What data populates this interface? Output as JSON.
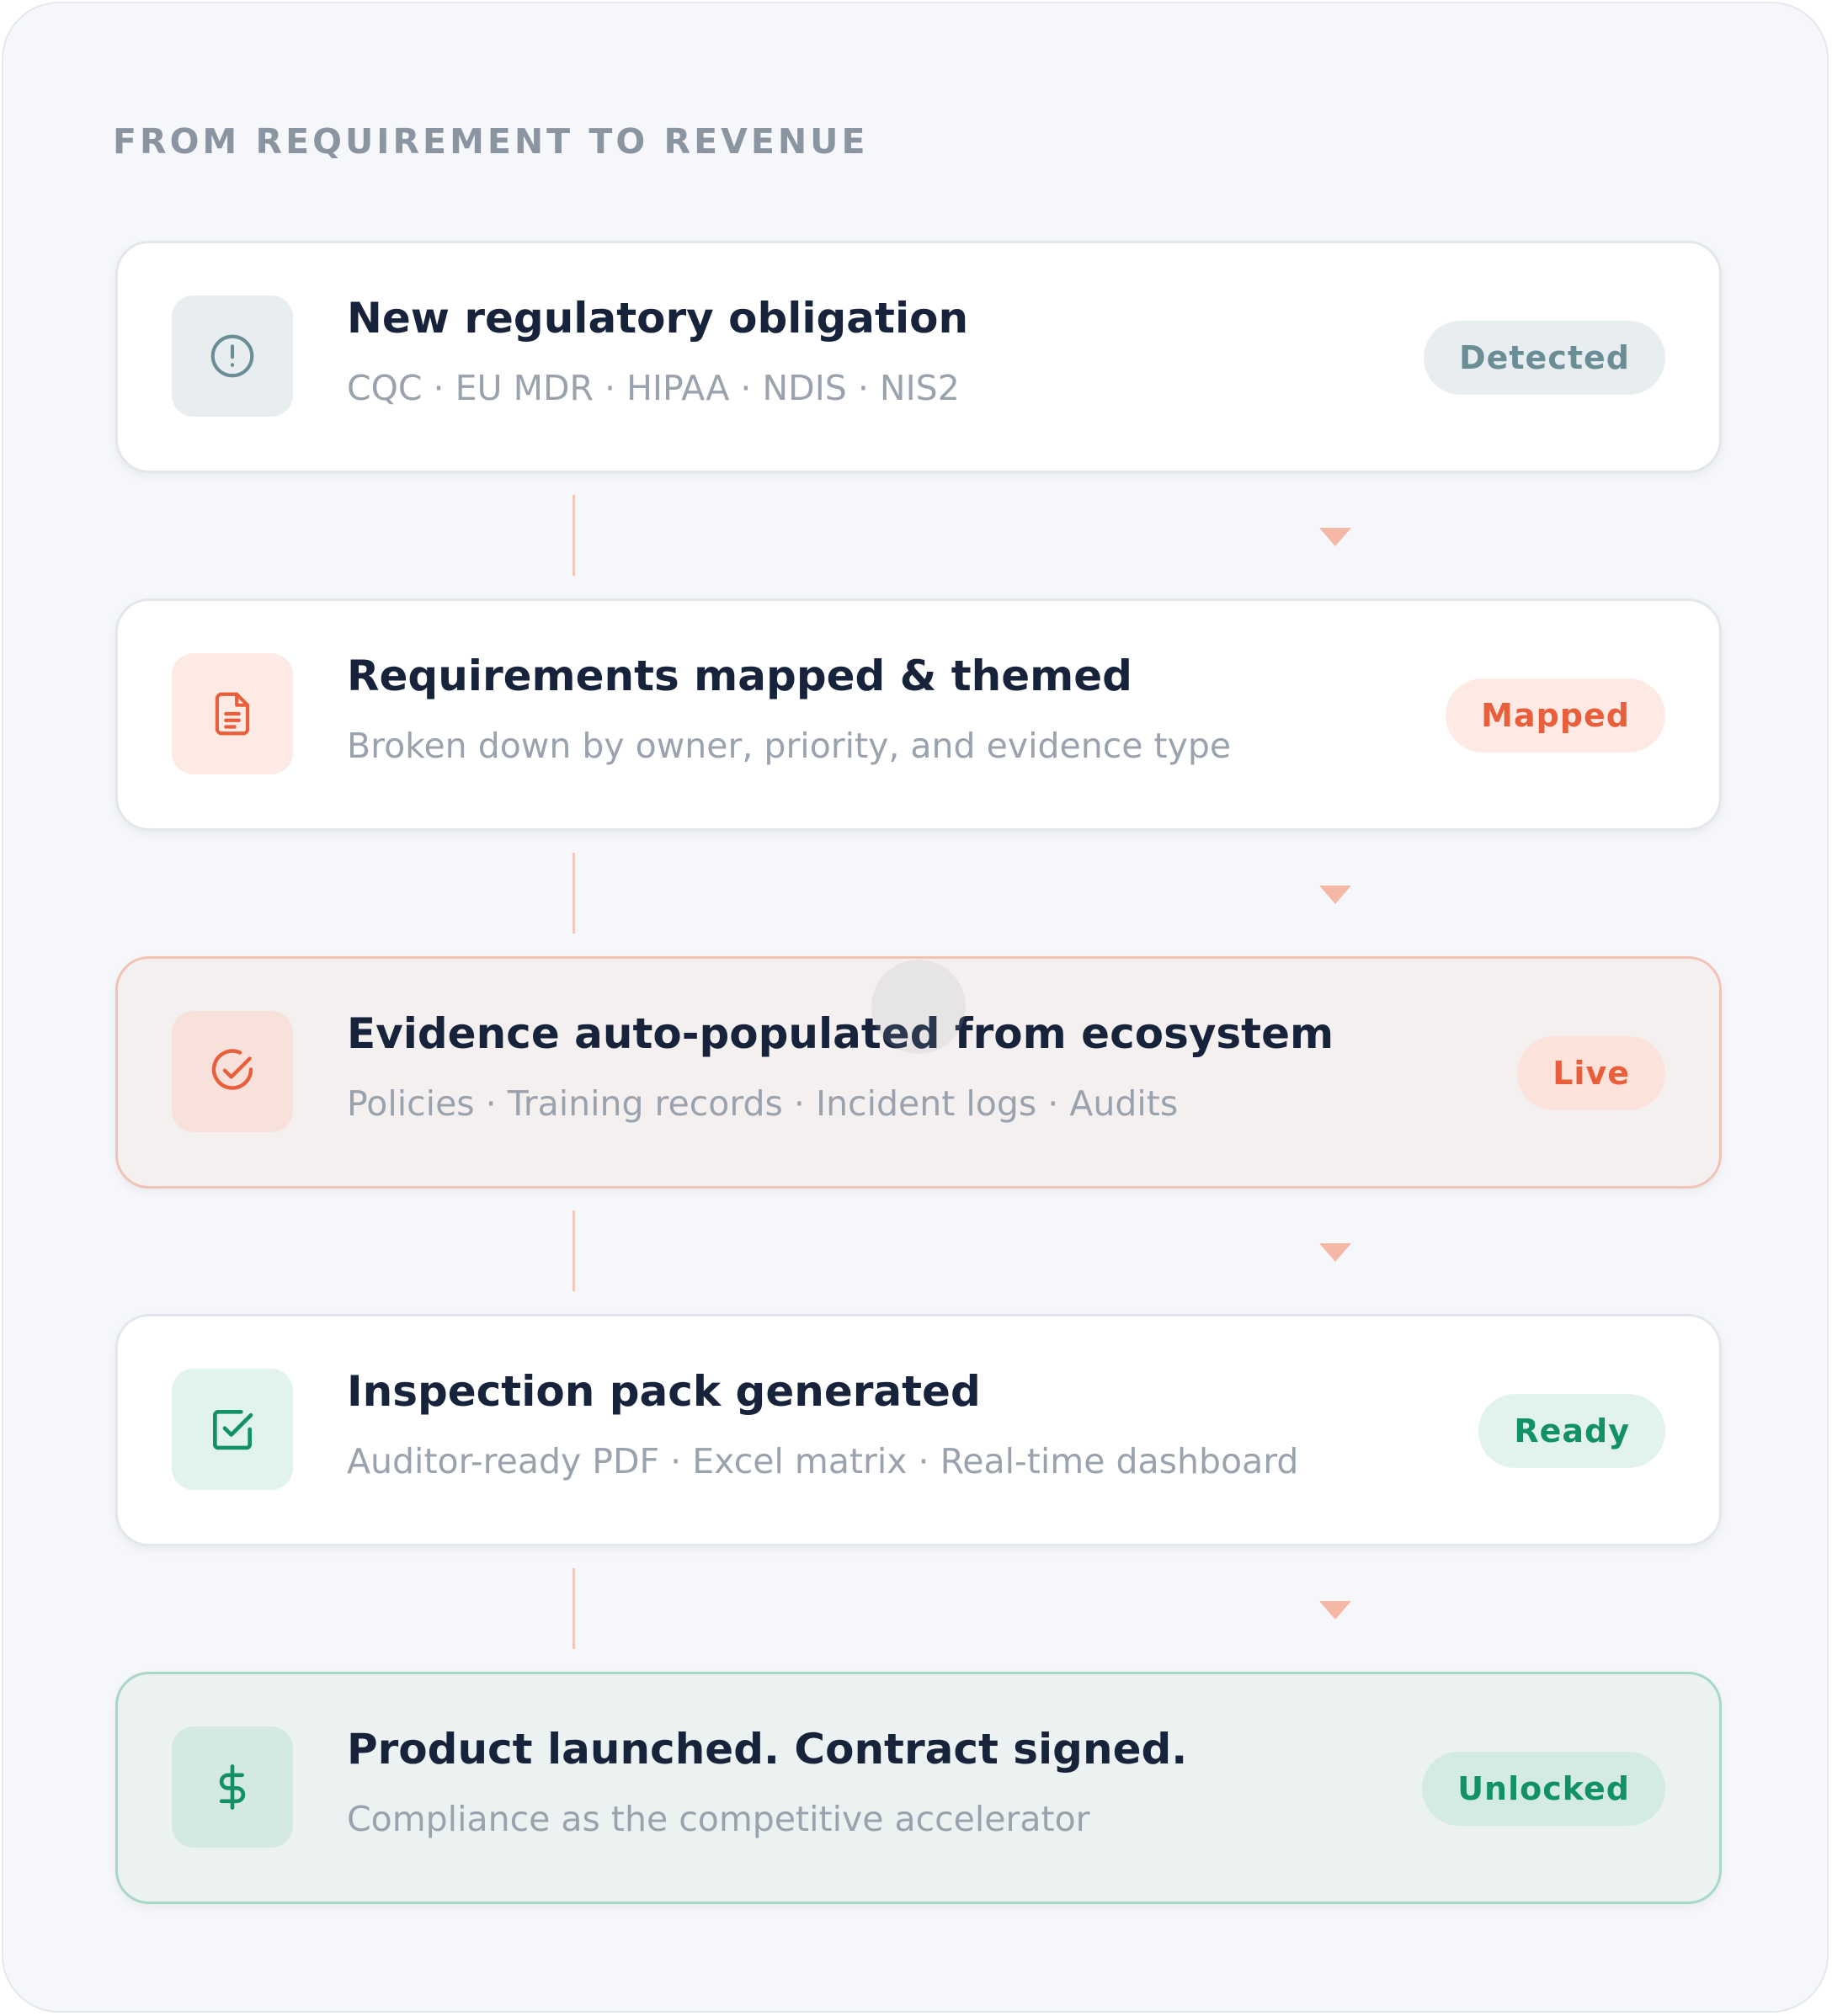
{
  "header": {
    "eyebrow": "FROM REQUIREMENT TO REVENUE"
  },
  "steps": [
    {
      "title": "New regulatory obligation",
      "subtitle": "CQC · EU MDR · HIPAA · NDIS · NIS2",
      "badge": "Detected",
      "icon": "alert-circle-icon",
      "accent": "#6a8d96"
    },
    {
      "title": "Requirements mapped & themed",
      "subtitle": "Broken down by owner, priority, and evidence type",
      "badge": "Mapped",
      "icon": "document-icon",
      "accent": "#e95f3c"
    },
    {
      "title": "Evidence auto-populated from ecosystem",
      "subtitle": "Policies · Training records · Incident logs · Audits",
      "badge": "Live",
      "icon": "circle-check-icon",
      "accent": "#e95f3c"
    },
    {
      "title": "Inspection pack generated",
      "subtitle": "Auditor-ready PDF · Excel matrix · Real-time dashboard",
      "badge": "Ready",
      "icon": "checkbox-icon",
      "accent": "#129166"
    },
    {
      "title": "Product launched. Contract signed.",
      "subtitle": "Compliance as the competitive accelerator",
      "badge": "Unlocked",
      "icon": "dollar-icon",
      "accent": "#129166"
    }
  ]
}
